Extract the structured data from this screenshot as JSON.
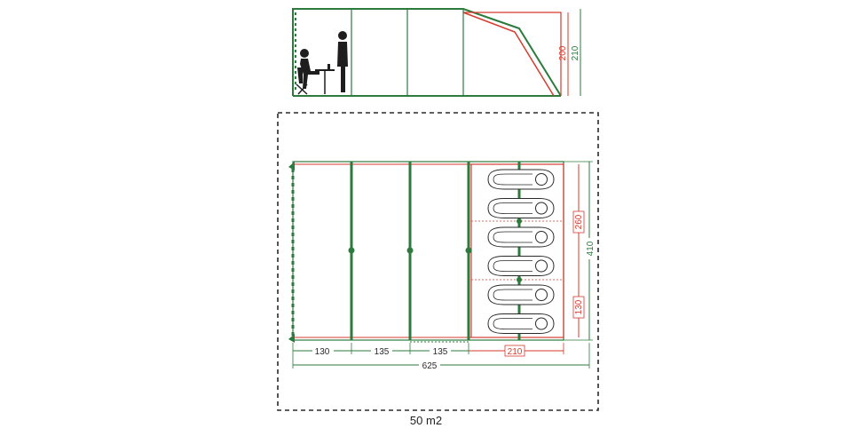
{
  "colors": {
    "green": "#2c7a3e",
    "red": "#d63b2f",
    "dark": "#2a2a2a",
    "grey": "#9a9a9a"
  },
  "side_view": {
    "dim_height_inner": "200",
    "dim_height_outer": "210",
    "people_icon": "person-sitting-and-standing-icon"
  },
  "floor_plan": {
    "dim_depth_total": "410",
    "dim_bedroom_top": "260",
    "dim_bedroom_bottom": "130",
    "dim_section_1": "130",
    "dim_section_2": "135",
    "dim_section_3": "135",
    "dim_bedroom_width": "210",
    "dim_length_total": "625",
    "sleeping_bag_icon": "sleeping-bag-icon",
    "sleeping_bag_count": 6
  },
  "footer": {
    "area": "50 m2"
  }
}
